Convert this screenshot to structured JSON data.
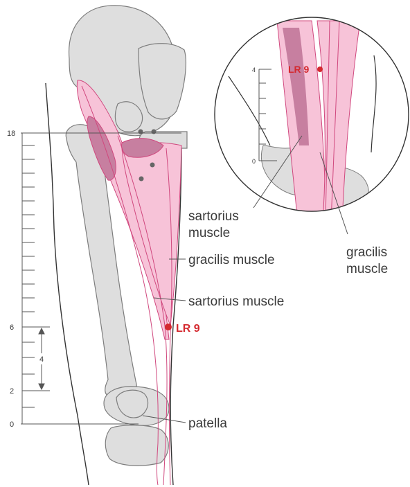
{
  "colors": {
    "bone": "#dedede",
    "bone_stroke": "#7d7d7d",
    "muscle_light": "#f7c3d8",
    "muscle_mid": "#eda2c1",
    "muscle_dark": "#c77fa0",
    "muscle_line": "#d0487e",
    "point": "#d4292f",
    "ruler": "#555555"
  },
  "main_ruler": {
    "ticks": [
      "18",
      "6",
      "2",
      "0"
    ],
    "span_label": "4"
  },
  "inset_ruler": {
    "ticks": [
      "4",
      "0"
    ]
  },
  "point": {
    "main_label": "LR 9",
    "inset_label": "LR 9"
  },
  "labels": {
    "gracilis_main": "gracilis muscle",
    "sartorius_main": "sartorius muscle",
    "patella": "patella",
    "sartorius_inset_1": "sartorius",
    "sartorius_inset_2": "muscle",
    "gracilis_inset_1": "gracilis",
    "gracilis_inset_2": "muscle"
  }
}
